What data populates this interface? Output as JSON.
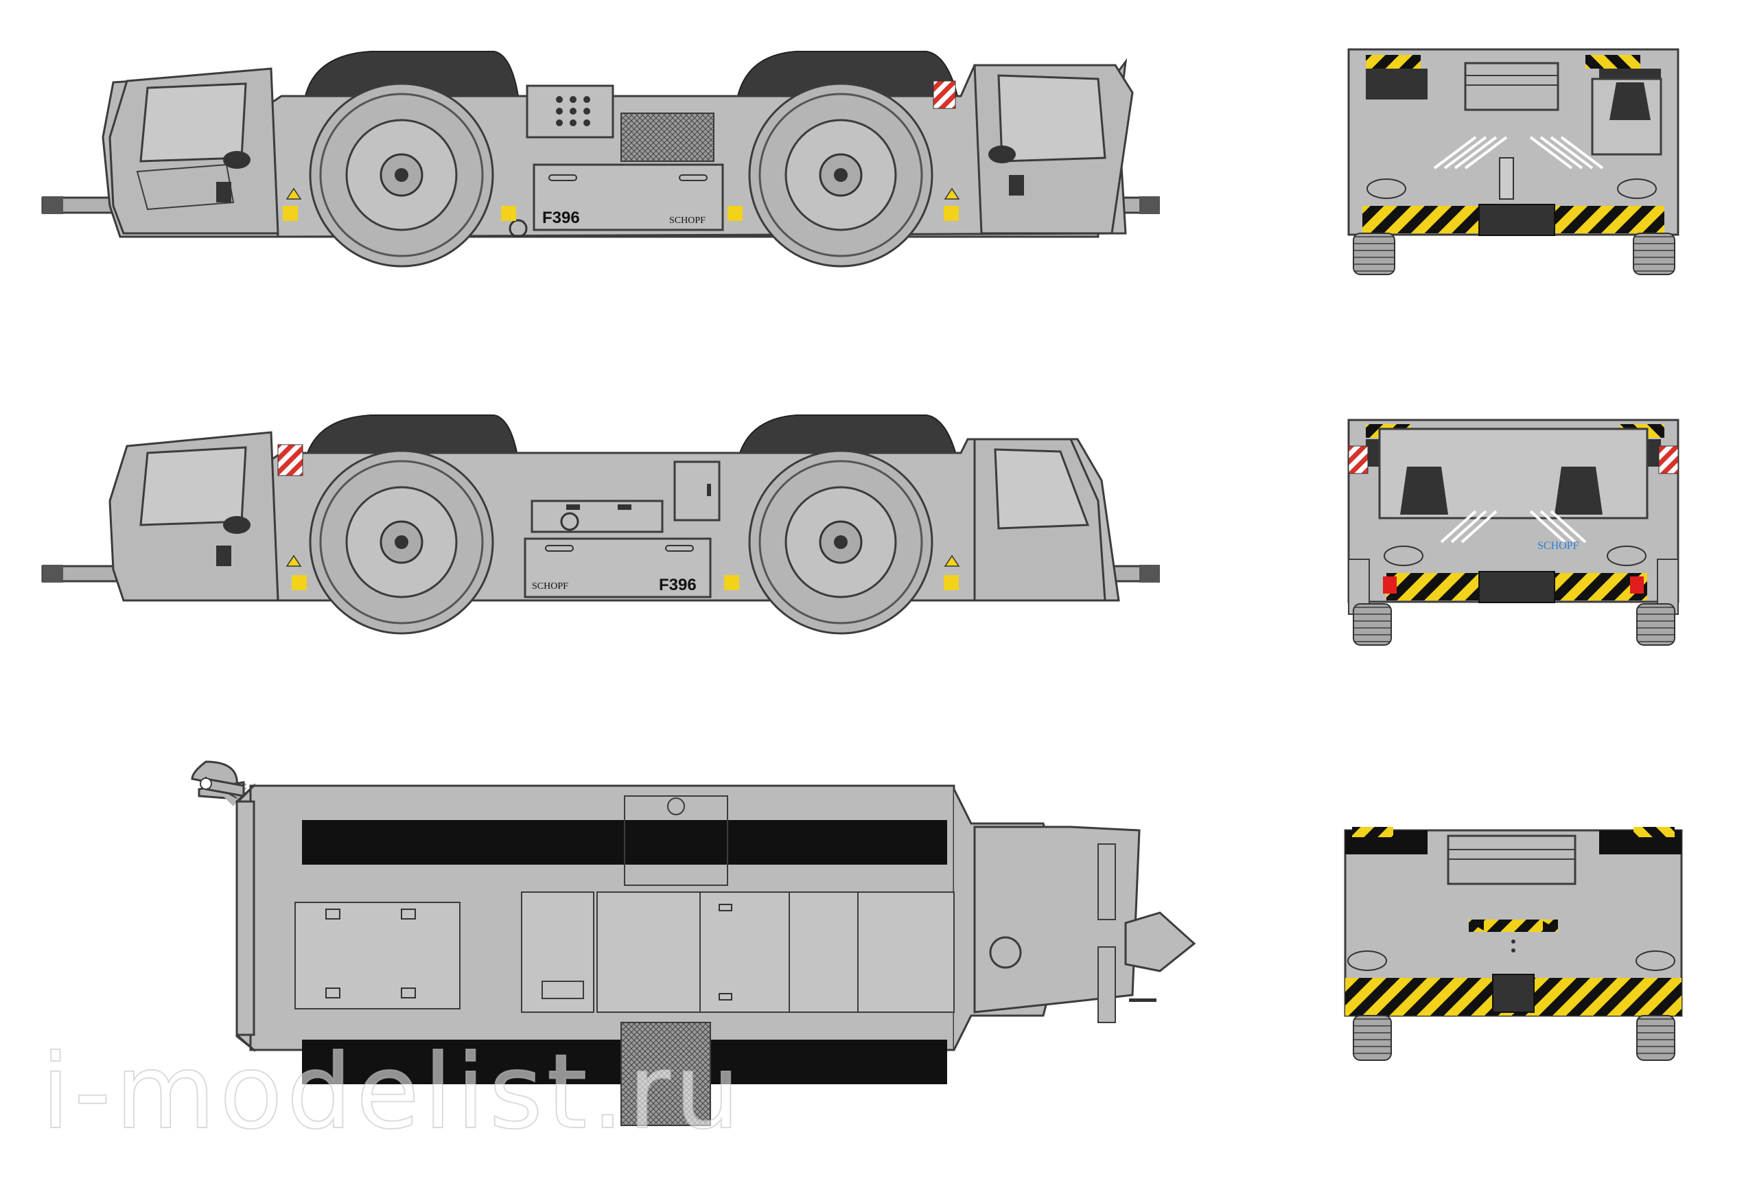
{
  "vehicle": {
    "fleet_number": "F396",
    "maker_marking": "SCHOPF",
    "colors": {
      "body": "#b9b9b9",
      "outline": "#3c3c3c",
      "dark_panel": "#3a3a3a",
      "hazard_yellow": "#f2d21b",
      "hazard_black": "#111111",
      "warning_red": "#d8322b",
      "lamp_red": "#e21d1d",
      "maker_blue": "#2c7fd6"
    }
  },
  "views": {
    "side_left": "side-view-left",
    "side_right": "side-view-right",
    "top": "top-view",
    "front": "front-view",
    "rear": "rear-view",
    "rear_detail": "rear-detail-view"
  },
  "watermark": "i-modelist.ru"
}
